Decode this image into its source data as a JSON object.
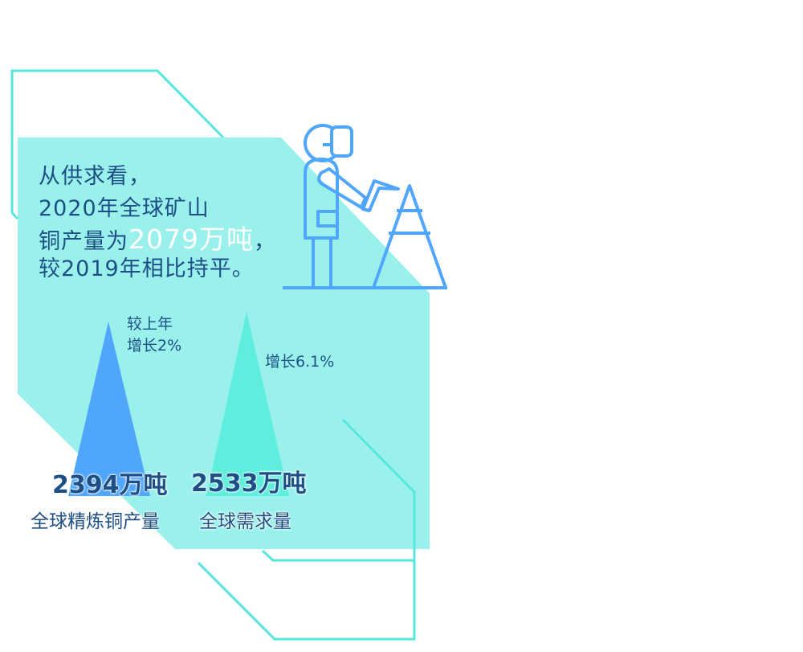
{
  "headline": {
    "line1": "从供求看，",
    "line2": "2020年全球矿山",
    "line3_prefix": "铜产量为",
    "line3_highlight": "2079万吨",
    "line3_suffix": "，",
    "line4": "较2019年相比持平。"
  },
  "stats": [
    {
      "label": "全球精炼铜产量",
      "value": "2394万吨",
      "change_line1": "较上年",
      "change_line2": "增长2%",
      "color": "#4fa6fb"
    },
    {
      "label": "全球需求量",
      "value": "2533万吨",
      "change_line1": "增长6.1%",
      "color": "#5eeedd"
    }
  ],
  "colors": {
    "panel": "#9af1ec",
    "outline": "#55e6dc",
    "text": "#1d4f86",
    "figure": "#4fa6fb"
  },
  "icons": {
    "illustration": "worker-with-traffic-cone-icon"
  }
}
